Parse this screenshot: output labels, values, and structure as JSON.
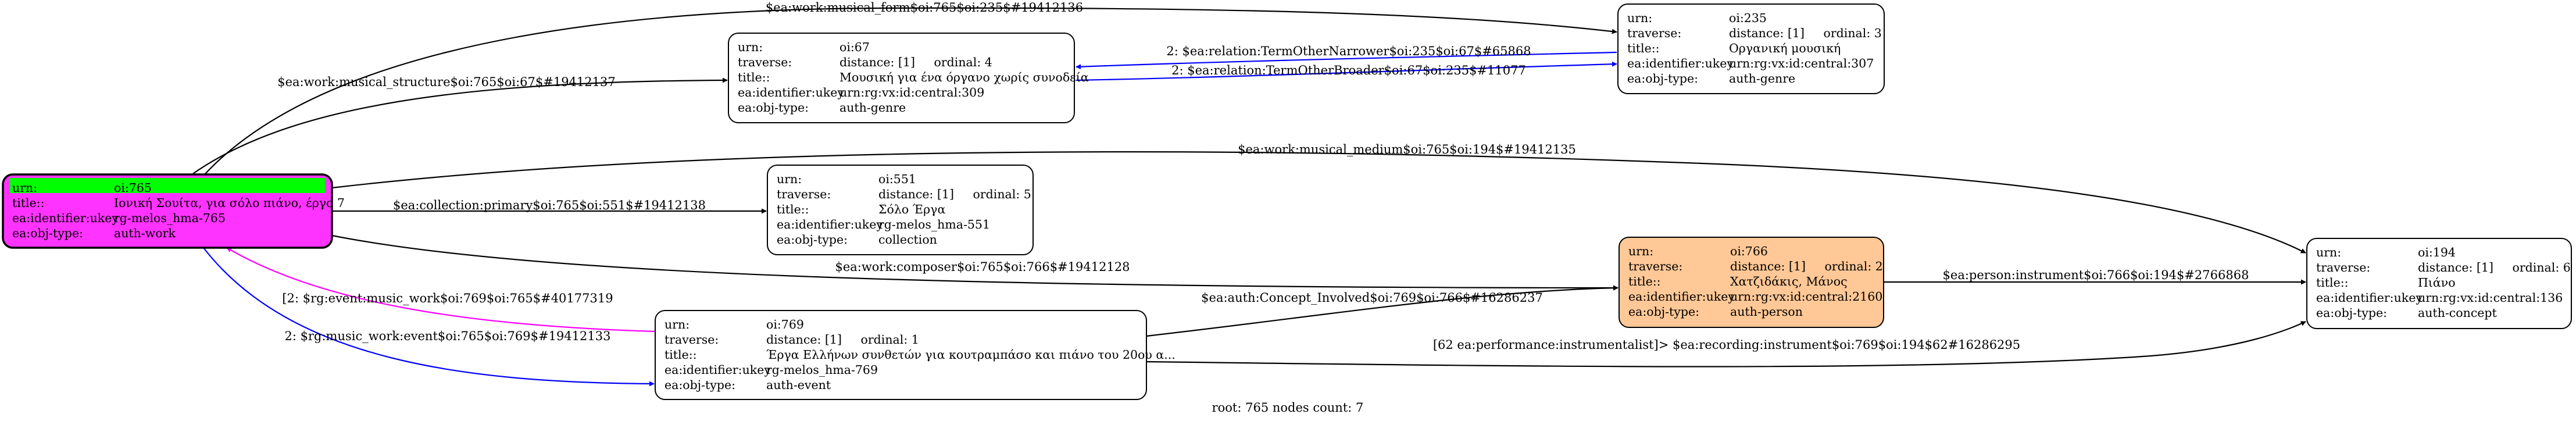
{
  "graph": {
    "footer": "root: 765 nodes count: 7",
    "colors": {
      "root_fill": "#ff33ff",
      "root_highlight": "#00ff00",
      "person_fill": "#ffc896",
      "default_fill": "#ffffff",
      "edge_black": "#000000",
      "edge_blue": "#0000ff",
      "edge_magenta": "#ff00ff"
    },
    "nodes": [
      {
        "id": "oi765",
        "rows": [
          [
            "urn:",
            "oi:765"
          ],
          [
            "title::",
            "Ιονική Σουίτα, για σόλο πιάνο, έργο 7"
          ],
          [
            "ea:identifier:ukey",
            "rg-melos_hma-765"
          ],
          [
            "ea:obj-type:",
            "auth-work"
          ]
        ]
      },
      {
        "id": "oi67",
        "rows": [
          [
            "urn:",
            "oi:67"
          ],
          [
            "traverse:",
            "distance: [1]     ordinal: 4"
          ],
          [
            "title::",
            "Μουσική για ένα όργανο χωρίς συνοδεία"
          ],
          [
            "ea:identifier:ukey",
            "urn:rg:vx:id:central:309"
          ],
          [
            "ea:obj-type:",
            "auth-genre"
          ]
        ]
      },
      {
        "id": "oi235",
        "rows": [
          [
            "urn:",
            "oi:235"
          ],
          [
            "traverse:",
            "distance: [1]     ordinal: 3"
          ],
          [
            "title::",
            "Οργανική μουσική"
          ],
          [
            "ea:identifier:ukey",
            "urn:rg:vx:id:central:307"
          ],
          [
            "ea:obj-type:",
            "auth-genre"
          ]
        ]
      },
      {
        "id": "oi551",
        "rows": [
          [
            "urn:",
            "oi:551"
          ],
          [
            "traverse:",
            "distance: [1]     ordinal: 5"
          ],
          [
            "title::",
            "Σόλο Έργα"
          ],
          [
            "ea:identifier:ukey",
            "rg-melos_hma-551"
          ],
          [
            "ea:obj-type:",
            "collection"
          ]
        ]
      },
      {
        "id": "oi766",
        "rows": [
          [
            "urn:",
            "oi:766"
          ],
          [
            "traverse:",
            "distance: [1]     ordinal: 2"
          ],
          [
            "title::",
            "Χατζιδάκις, Μάνος"
          ],
          [
            "ea:identifier:ukey",
            "urn:rg:vx:id:central:2160"
          ],
          [
            "ea:obj-type:",
            "auth-person"
          ]
        ]
      },
      {
        "id": "oi194",
        "rows": [
          [
            "urn:",
            "oi:194"
          ],
          [
            "traverse:",
            "distance: [1]     ordinal: 6"
          ],
          [
            "title::",
            "Πιάνο"
          ],
          [
            "ea:identifier:ukey",
            "urn:rg:vx:id:central:136"
          ],
          [
            "ea:obj-type:",
            "auth-concept"
          ]
        ]
      },
      {
        "id": "oi769",
        "rows": [
          [
            "urn:",
            "oi:769"
          ],
          [
            "traverse:",
            "distance: [1]     ordinal: 1"
          ],
          [
            "title::",
            "Έργα Ελλήνων συνθετών για κουτραμπάσο και πιάνο του 20ου α..."
          ],
          [
            "ea:identifier:ukey",
            "rg-melos_hma-769"
          ],
          [
            "ea:obj-type:",
            "auth-event"
          ]
        ]
      }
    ],
    "edges": [
      {
        "id": "e1",
        "from": "oi765",
        "to": "oi235",
        "color": "black",
        "label": "$ea:work:musical_form$oi:765$oi:235$#19412136"
      },
      {
        "id": "e2",
        "from": "oi765",
        "to": "oi67",
        "color": "black",
        "label": "$ea:work:musical_structure$oi:765$oi:67$#19412137"
      },
      {
        "id": "e3",
        "from": "oi235",
        "to": "oi67",
        "color": "blue",
        "label": "2: $ea:relation:TermOtherNarrower$oi:235$oi:67$#65868"
      },
      {
        "id": "e4",
        "from": "oi67",
        "to": "oi235",
        "color": "blue",
        "label": "2: $ea:relation:TermOtherBroader$oi:67$oi:235$#11077"
      },
      {
        "id": "e5",
        "from": "oi765",
        "to": "oi194",
        "color": "black",
        "label": "$ea:work:musical_medium$oi:765$oi:194$#19412135"
      },
      {
        "id": "e6",
        "from": "oi765",
        "to": "oi551",
        "color": "black",
        "label": "$ea:collection:primary$oi:765$oi:551$#19412138"
      },
      {
        "id": "e7",
        "from": "oi765",
        "to": "oi766",
        "color": "black",
        "label": "$ea:work:composer$oi:765$oi:766$#19412128"
      },
      {
        "id": "e8",
        "from": "oi766",
        "to": "oi194",
        "color": "black",
        "label": "$ea:person:instrument$oi:766$oi:194$#2766868"
      },
      {
        "id": "e9",
        "from": "oi769",
        "to": "oi765",
        "color": "magenta",
        "label": "[2: $rg:event:music_work$oi:769$oi:765$#40177319"
      },
      {
        "id": "e10",
        "from": "oi765",
        "to": "oi769",
        "color": "blue",
        "label": "2: $rg:music_work:event$oi:765$oi:769$#19412133"
      },
      {
        "id": "e11",
        "from": "oi769",
        "to": "oi766",
        "color": "black",
        "label": "$ea:auth:Concept_Involved$oi:769$oi:766$#16286237"
      },
      {
        "id": "e12",
        "from": "oi769",
        "to": "oi194",
        "color": "black",
        "label": "[62 ea:performance:instrumentalist]> $ea:recording:instrument$oi:769$oi:194$62#16286295"
      }
    ]
  }
}
